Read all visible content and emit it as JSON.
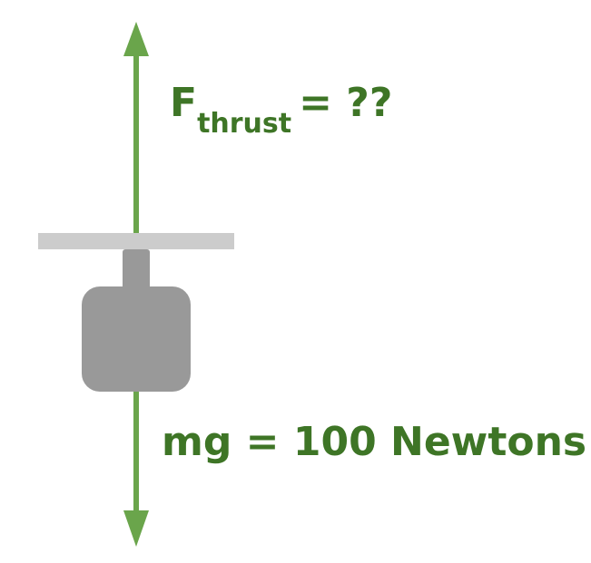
{
  "colors": {
    "arrow": "#6aa54b",
    "label_text": "#3e7526",
    "rotor_bar": "#cccccc",
    "drone_body": "#999999",
    "background": "#ffffff"
  },
  "thrust_force": {
    "symbol": "F",
    "subscript": "thrust",
    "value_text": "= ??"
  },
  "weight_force": {
    "label": "mg = 100 Newtons"
  }
}
